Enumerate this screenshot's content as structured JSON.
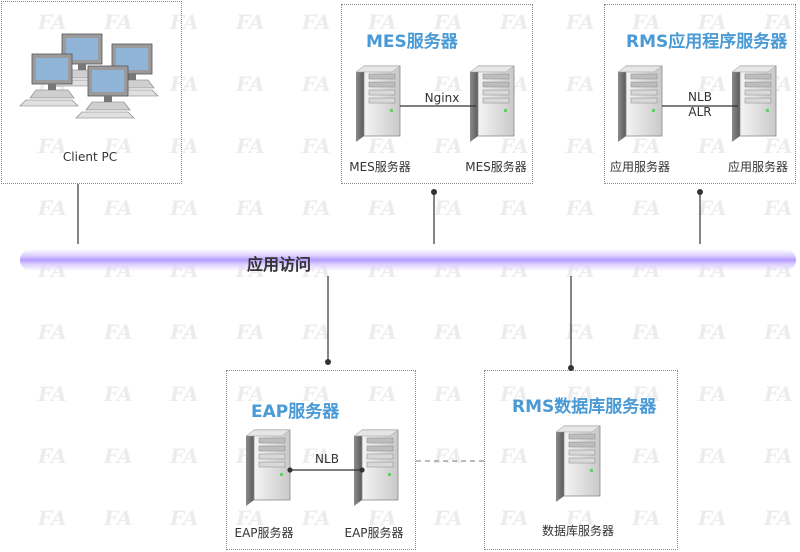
{
  "bus": {
    "label": "应用访问"
  },
  "client": {
    "label": "Client PC"
  },
  "mes": {
    "title": "MES服务器",
    "link": "Nginx",
    "server_left": "MES服务器",
    "server_right": "MES服务器"
  },
  "rms_app": {
    "title": "RMS应用程序服务器",
    "link_line1": "NLB",
    "link_line2": "ALR",
    "server_left": "应用服务器",
    "server_right": "应用服务器"
  },
  "eap": {
    "title": "EAP服务器",
    "link": "NLB",
    "server_left": "EAP服务器",
    "server_right": "EAP服务器"
  },
  "rms_db": {
    "title": "RMS数据库服务器",
    "server": "数据库服务器"
  },
  "watermark": {
    "text": "FA"
  },
  "colors": {
    "title": "#4a9ad6",
    "bus": "#b59cff"
  }
}
